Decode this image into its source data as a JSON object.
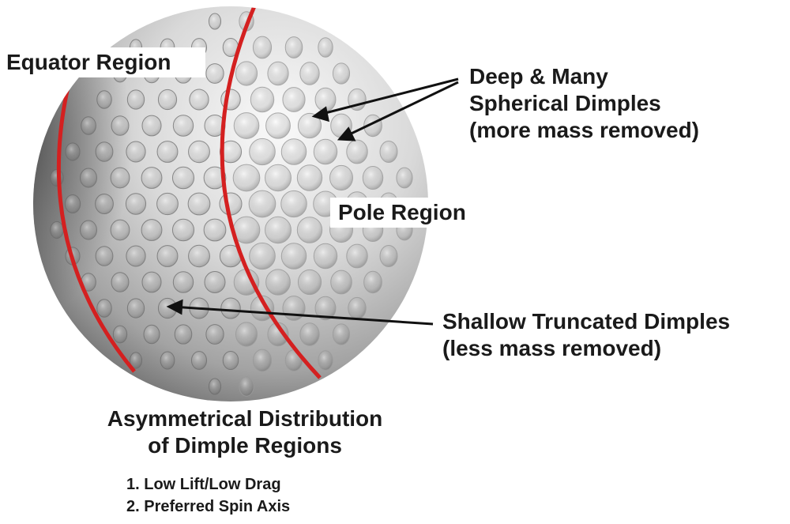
{
  "labels": {
    "equator": "Equator Region",
    "pole": "Pole Region",
    "deep_line1": "Deep & Many",
    "deep_line2": "Spherical Dimples",
    "deep_line3": "(more mass removed)",
    "shallow_line1": "Shallow Truncated Dimples",
    "shallow_line2": "(less mass removed)",
    "title_line1": "Asymmetrical Distribution",
    "title_line2": "of Dimple Regions",
    "list_item1": "1. Low Lift/Low Drag",
    "list_item2": "2. Preferred Spin Axis"
  },
  "colors": {
    "boundary_line": "#d42020",
    "pointer": "#111111",
    "ball_light": "#efefef",
    "ball_dark": "#5e5e5e"
  }
}
